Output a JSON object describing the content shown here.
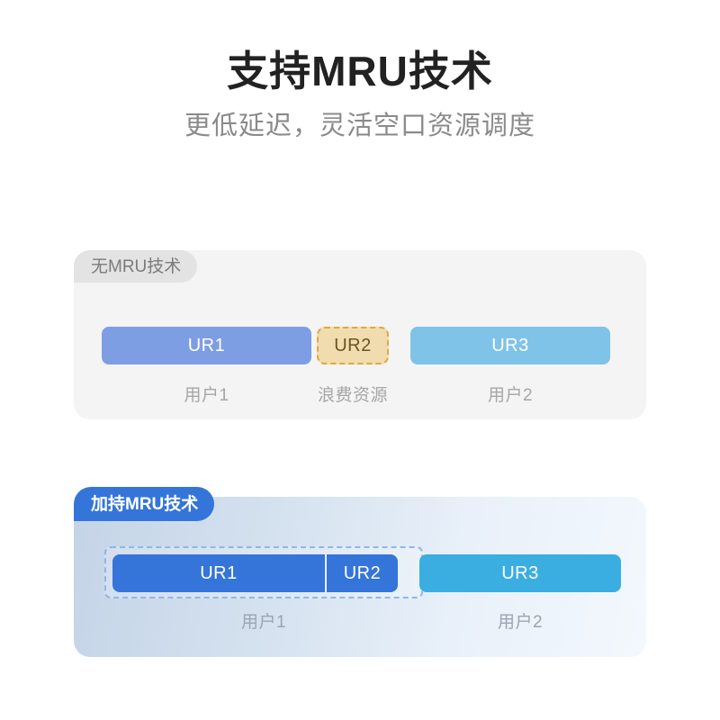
{
  "header": {
    "title": "支持MRU技术",
    "subtitle": "更低延迟，灵活空口资源调度"
  },
  "colors": {
    "page_background": "#ffffff",
    "title_text": "#222222",
    "subtitle_text": "#8a8a8a",
    "caption_text": "#a6a6a6",
    "card_plain_bg": "#f4f4f4",
    "card_mru_bg_left": "#c4d4e7",
    "card_mru_bg_right": "#f3f8fd",
    "badge_plain_bg": "#e3e3e3",
    "badge_plain_text": "#7b7b7b",
    "badge_mru_bg": "#3575d9",
    "badge_mru_text": "#ffffff",
    "bar_ur1_plain": "#7e9ee3",
    "bar_ur2_plain_fill": "#f0dcae",
    "bar_ur2_plain_border": "#e0a83c",
    "bar_ur2_plain_text": "#6b5420",
    "bar_ur3_plain": "#7fc3e8",
    "bar_ur1_mru": "#3575d9",
    "bar_ur2_mru": "#3575d9",
    "bar_ur3_mru": "#3aaee0",
    "dash_group_border": "#8fb6ea"
  },
  "cards": [
    {
      "badge": "无MRU技术",
      "bars": [
        {
          "label": "UR1",
          "caption": "用户1"
        },
        {
          "label": "UR2",
          "caption": "浪费资源"
        },
        {
          "label": "UR3",
          "caption": "用户2"
        }
      ]
    },
    {
      "badge": "加持MRU技术",
      "bars": [
        {
          "label": "UR1",
          "caption": "用户1"
        },
        {
          "label": "UR2",
          "caption": ""
        },
        {
          "label": "UR3",
          "caption": "用户2"
        }
      ],
      "grouped_caption": "用户1"
    }
  ]
}
